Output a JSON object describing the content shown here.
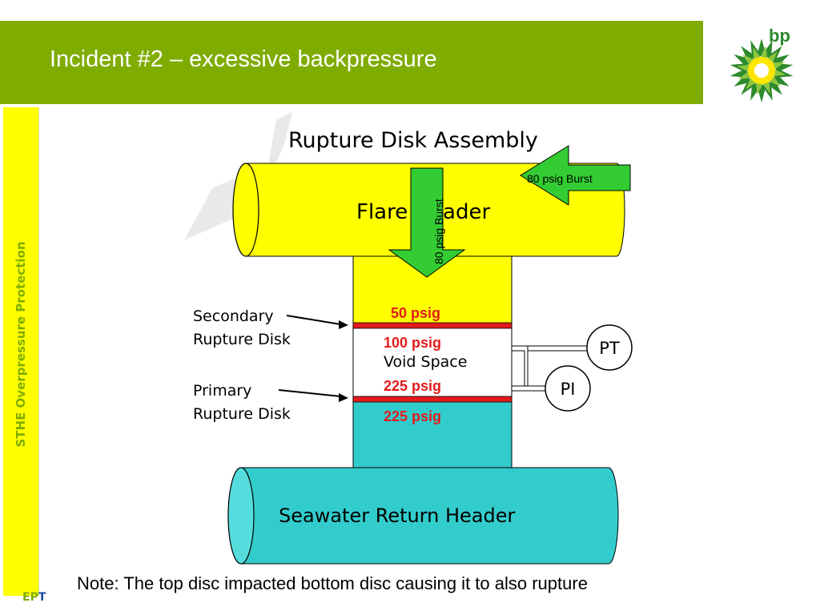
{
  "slide": {
    "title": "Incident #2 – excessive backpressure",
    "side_label": "STHE Overpressure Protection",
    "footer_left_main": "EP",
    "footer_left_accent": "T",
    "note": "Note:  The top disc impacted bottom disc causing it to also rupture",
    "logo_text": "bp"
  },
  "diagram": {
    "title": "Rupture Disk Assembly",
    "flare_header": "Flare Header",
    "seawater_header": "Seawater Return Header",
    "arrow_right_label": "80 psig Burst",
    "arrow_down_label": "80 psig Burst",
    "secondary_label_1": "Secondary",
    "secondary_label_2": "Rupture Disk",
    "primary_label_1": "Primary",
    "primary_label_2": "Rupture Disk",
    "p50": "50 psig",
    "p100": "100 psig",
    "void_space": "Void Space",
    "p225a": "225 psig",
    "p225b": "225 psig",
    "pt": "PT",
    "pi": "PI"
  },
  "colors": {
    "brand_green": "#7fac00",
    "side_yellow": "#ffff00",
    "flare_yellow": "#ffff00",
    "seawater_teal": "#33cccc",
    "disk_red": "#e31b1b",
    "arrow_green": "#33cc33",
    "pressure_text_red": "#e31b1b"
  },
  "icons": [
    "bp-helios-logo-icon",
    "right-arrow-icon",
    "down-arrow-icon",
    "pointer-arrow-icon"
  ]
}
